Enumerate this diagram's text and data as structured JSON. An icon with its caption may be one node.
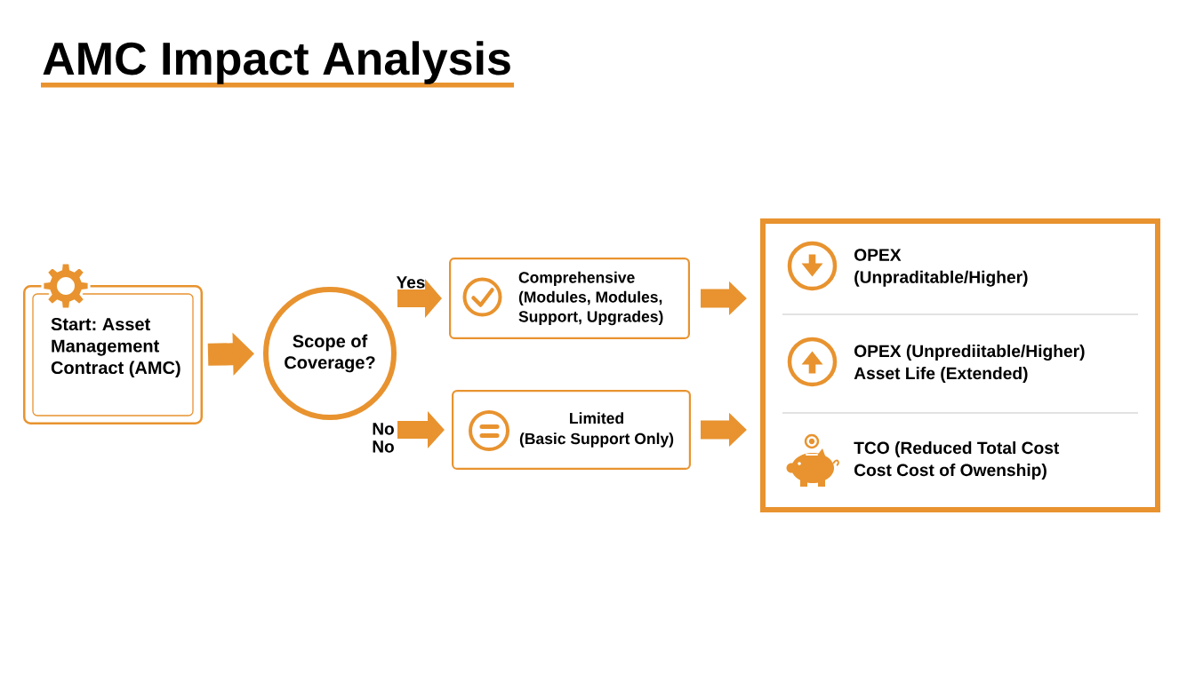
{
  "diagram": {
    "title": "AMC Impact Analysis",
    "nodes": [
      {
        "text": [
          "Start: Asset Management Contract (AMC)"
        ]
      },
      {
        "text": [
          "Scope of Coverage?"
        ]
      },
      {
        "text": [
          "Comprehensive",
          "(Modules, Modules, Support, Upgrades)"
        ]
      },
      {
        "text": [
          "Limited",
          "(Basic Support Only)"
        ]
      },
      {
        "text": [],
        "shape": "box"
      },
      {
        "text": [
          "OPEX",
          "(Unpraditable/Higher)"
        ],
        "in": 4
      },
      {
        "text": [
          "OPEX (Unprediitable/Higher)",
          "Asset Life (Extended)"
        ],
        "in": 4
      },
      {
        "text": [
          "TCO (Reduced Total Cost Cost Cost of Owenship)"
        ],
        "in": 4
      }
    ],
    "edges": [
      {
        "from": 0,
        "to": 1,
        "arrow": "to"
      },
      {
        "from": 1,
        "to": 2,
        "arrow": "to",
        "label": "Yes"
      },
      {
        "from": 1,
        "to": 3,
        "arrow": "to",
        "label": "No No"
      },
      {
        "from": 2,
        "to": 4,
        "arrow": "to"
      },
      {
        "from": 3,
        "to": 4,
        "arrow": "to"
      }
    ]
  }
}
